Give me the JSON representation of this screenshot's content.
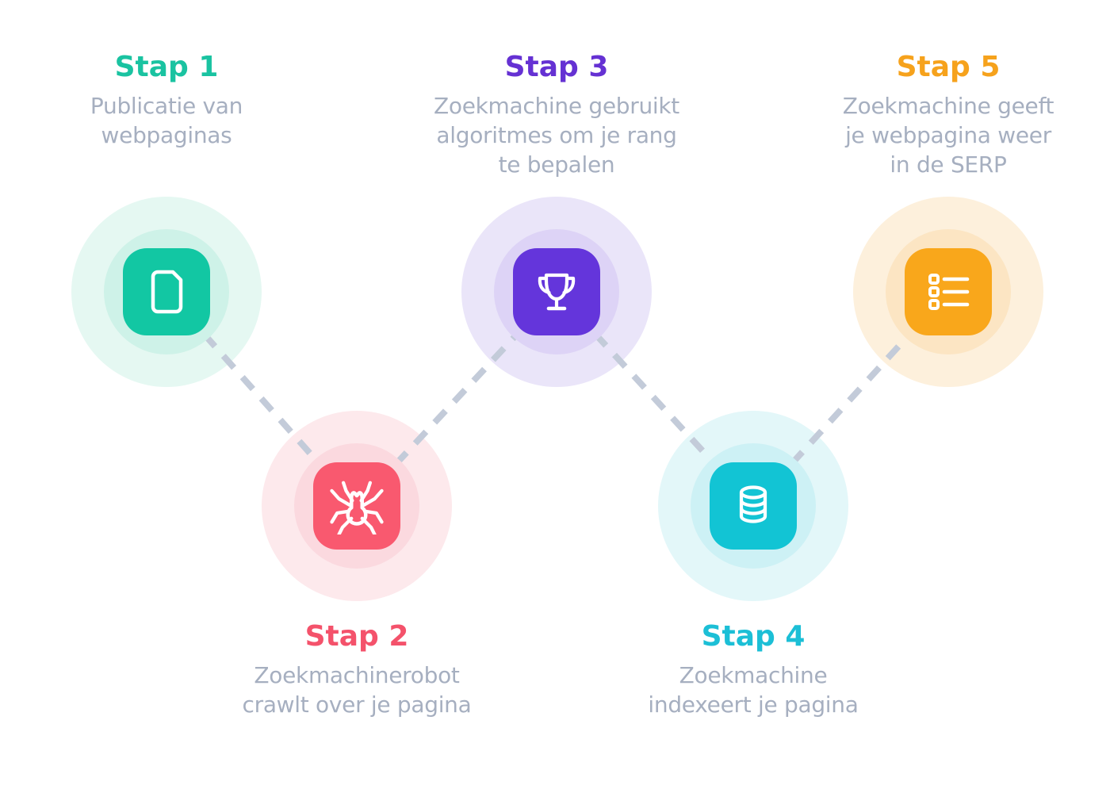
{
  "diagram": {
    "language": "nl",
    "connector_color": "#C3CBD9",
    "description_text_color": "#A6AFC0",
    "background_color": "#FFFFFF",
    "steps": [
      {
        "label": "Stap 1",
        "description": "Publicatie van\nwebpaginas",
        "accent_color": "#12C7A3",
        "icon": "document-icon",
        "position": "top"
      },
      {
        "label": "Stap 2",
        "description": "Zoekmachinerobot\ncrawlt over je pagina",
        "accent_color": "#F9596F",
        "icon": "spider-icon",
        "position": "bottom"
      },
      {
        "label": "Stap 3",
        "description": "Zoekmachine gebruikt\nalgoritmes om je rang\nte bepalen",
        "accent_color": "#6435DB",
        "icon": "trophy-icon",
        "position": "top"
      },
      {
        "label": "Stap 4",
        "description": "Zoekmachine\nindexeert je pagina",
        "accent_color": "#12C4D4",
        "icon": "database-icon",
        "position": "bottom"
      },
      {
        "label": "Stap 5",
        "description": "Zoekmachine geeft\nje webpagina weer\nin de SERP",
        "accent_color": "#F9A71B",
        "icon": "list-icon",
        "position": "top"
      }
    ]
  }
}
